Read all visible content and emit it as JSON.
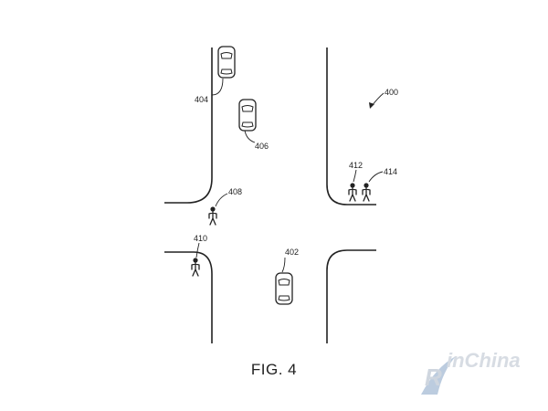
{
  "figure": {
    "caption": "FIG. 4",
    "labels": {
      "overall": "400",
      "vehicle_main": "402",
      "vehicle_north_1": "404",
      "vehicle_north_2": "406",
      "pedestrian_408": "408",
      "pedestrian_410": "410",
      "pedestrian_412": "412",
      "pedestrian_414": "414"
    }
  },
  "watermark": {
    "text_r": "R",
    "text_rest": "inChina",
    "text_color": "#d7dce3",
    "accent_color": "#6b8fb8"
  }
}
